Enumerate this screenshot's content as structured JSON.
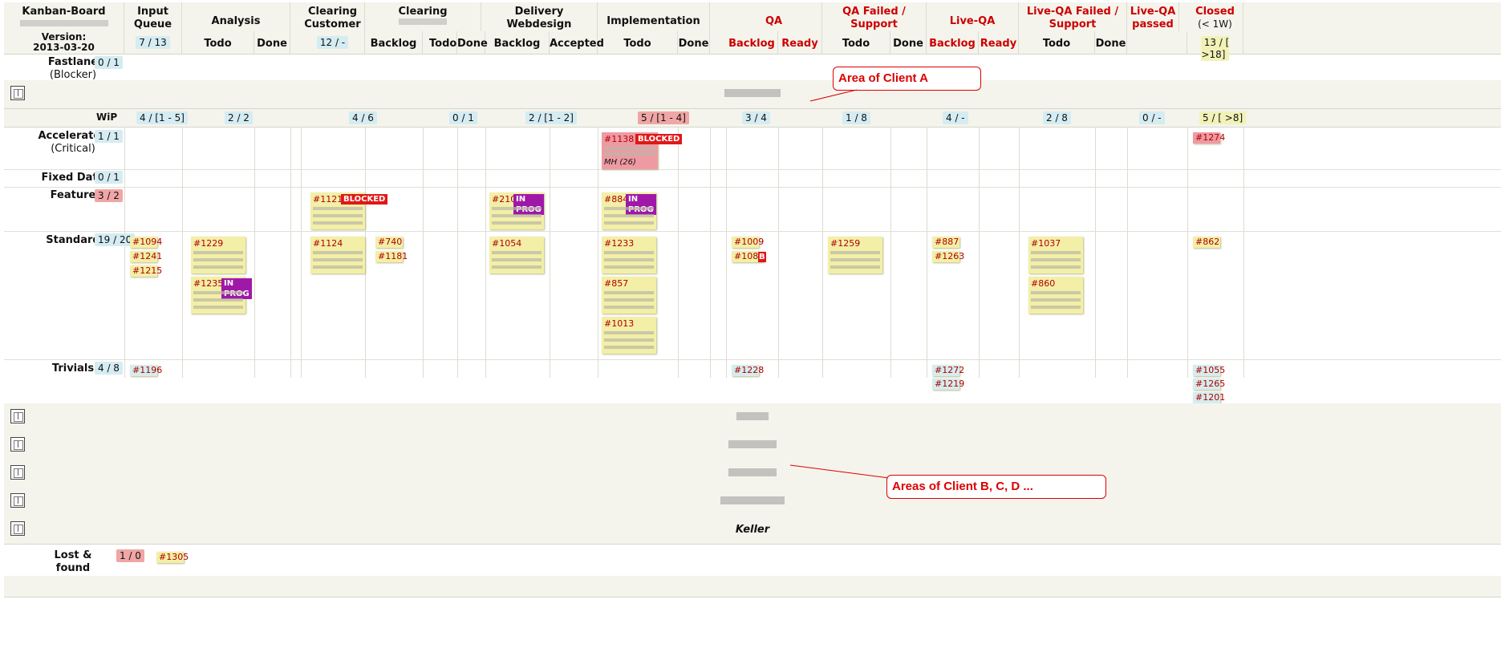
{
  "header": {
    "board_title": "Kanban-Board",
    "version_label": "Version:",
    "version_date": "2013-03-20",
    "columns": [
      {
        "title": "Input Queue",
        "count": "7 / 13"
      },
      {
        "title": "Analysis",
        "sub": [
          "Todo",
          "Done"
        ]
      },
      {
        "title": "Clearing Customer",
        "count": "12 / -"
      },
      {
        "title": "Clearing",
        "sub": [
          "Backlog",
          "Todo",
          "Done"
        ]
      },
      {
        "title": "Delivery Webdesign",
        "sub": [
          "Backlog",
          "Accepted"
        ]
      },
      {
        "title": "Implementation",
        "sub": [
          "Todo",
          "Done"
        ]
      },
      {
        "title": "QA",
        "sub": [
          "Backlog",
          "Ready"
        ]
      },
      {
        "title": "QA Failed / Support",
        "sub": [
          "Todo",
          "Done"
        ]
      },
      {
        "title": "Live-QA",
        "sub": [
          "Backlog",
          "Ready"
        ]
      },
      {
        "title": "Live-QA Failed / Support",
        "sub": [
          "Todo",
          "Done"
        ]
      },
      {
        "title": "Live-QA passed"
      },
      {
        "title": "Closed",
        "subtitle": "(< 1W)",
        "count": "13 / [ >18]"
      }
    ]
  },
  "fastlane": {
    "label": "Fastlane",
    "sublabel": "(Blocker)",
    "count": "0 / 1"
  },
  "wip_row": {
    "label": "WiP",
    "values": [
      "4 / [1 - 5]",
      "2 / 2",
      "4 / 6",
      "0 / 1",
      "2 / [1 - 2]",
      "5 / [1 - 4]",
      "3 / 4",
      "1 / 8",
      "4 / -",
      "2 / 8",
      "0 / -",
      "5 / [ >8]"
    ]
  },
  "lanes": {
    "accelerated": {
      "label": "Accelerated",
      "sublabel": "(Critical)",
      "count": "1 / 1"
    },
    "fixed": {
      "label": "Fixed Date",
      "count": "0 / 1"
    },
    "feature": {
      "label": "Feature",
      "count": "3 / 2"
    },
    "standard": {
      "label": "Standard",
      "count": "19 / 20"
    },
    "trivials": {
      "label": "Trivials",
      "count": "4 / 8"
    },
    "lost": {
      "label": "Lost & found",
      "count": "1 / 0"
    }
  },
  "cards": {
    "c1138": "#1138",
    "c1274": "#1274",
    "c1121": "#1121",
    "c210": "#210",
    "c884": "#884",
    "c1094": "#1094",
    "c1241": "#1241",
    "c1215": "#1215",
    "c1229": "#1229",
    "c1235": "#1235",
    "c1124": "#1124",
    "c740": "#740",
    "c1181": "#1181",
    "c1054": "#1054",
    "c1233": "#1233",
    "c857": "#857",
    "c1013": "#1013",
    "c1009": "#1009",
    "c1086": "#1086",
    "c1259": "#1259",
    "c887": "#887",
    "c1263": "#1263",
    "c1037": "#1037",
    "c860": "#860",
    "c862": "#862",
    "c1196": "#1196",
    "c1228": "#1228",
    "c1272": "#1272",
    "c1219": "#1219",
    "c1055": "#1055",
    "c1265": "#1265",
    "c1201": "#1201",
    "c1305": "#1305",
    "mh": "MH (26)",
    "blocked": "BLOCKED",
    "inprog": "IN PROG",
    "b": "B"
  },
  "swimlane_keller": "Keller",
  "callouts": {
    "a": "Area of Client A",
    "b": "Areas of Client B, C, D ..."
  }
}
